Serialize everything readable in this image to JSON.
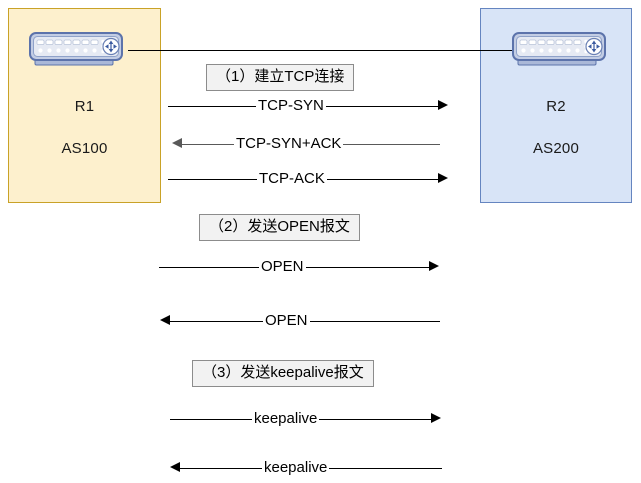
{
  "diagram": {
    "zones": [
      {
        "id": "left",
        "router_name": "R1",
        "as_number": "AS100",
        "fill_color": "#fdf0cd",
        "border_color": "#c9a227",
        "device_icon": "router-icon"
      },
      {
        "id": "right",
        "router_name": "R2",
        "as_number": "AS200",
        "fill_color": "#d8e4f7",
        "border_color": "#6585c0",
        "device_icon": "router-icon"
      }
    ],
    "steps": [
      {
        "id": "step1",
        "label": "（1）建立TCP连接"
      },
      {
        "id": "step2",
        "label": "（2）发送OPEN报文"
      },
      {
        "id": "step3",
        "label": "（3）发送keepalive报文"
      }
    ],
    "messages": [
      {
        "id": "msg-tcp-syn",
        "label": "TCP-SYN",
        "direction": "right",
        "color": "#000000"
      },
      {
        "id": "msg-tcp-syn-ack",
        "label": "TCP-SYN+ACK",
        "direction": "left",
        "color": "#595959"
      },
      {
        "id": "msg-tcp-ack",
        "label": "TCP-ACK",
        "direction": "right",
        "color": "#000000"
      },
      {
        "id": "msg-open-out",
        "label": "OPEN",
        "direction": "right",
        "color": "#000000"
      },
      {
        "id": "msg-open-in",
        "label": "OPEN",
        "direction": "left",
        "color": "#000000"
      },
      {
        "id": "msg-keepalive-out",
        "label": "keepalive",
        "direction": "right",
        "color": "#000000"
      },
      {
        "id": "msg-keepalive-in",
        "label": "keepalive",
        "direction": "left",
        "color": "#000000"
      }
    ],
    "link": {
      "id": "router-link",
      "color": "#000000"
    }
  }
}
